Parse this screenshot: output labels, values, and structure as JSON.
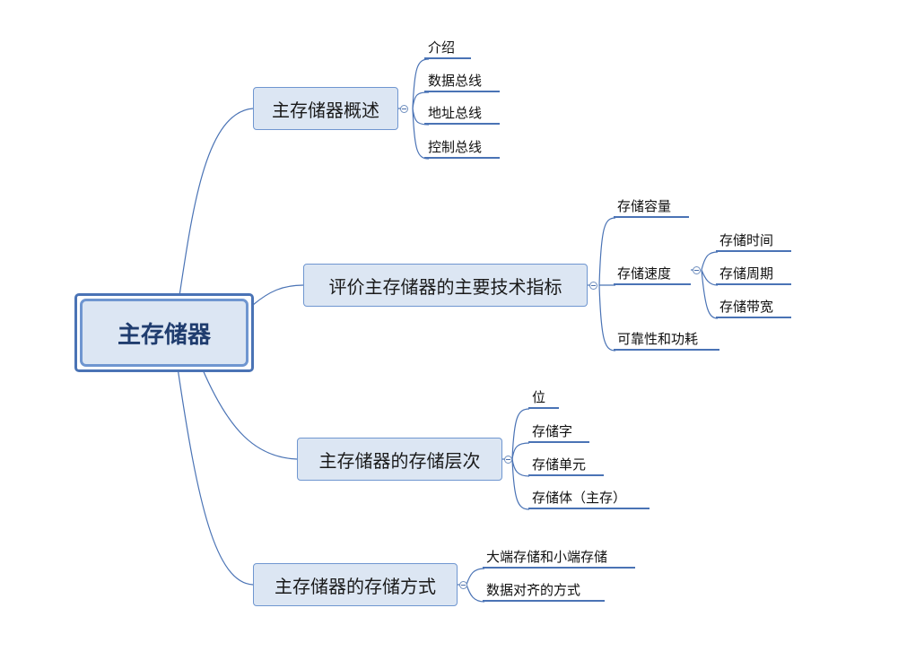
{
  "root": {
    "label": "主存储器"
  },
  "branches": [
    {
      "label": "主存储器概述",
      "children": [
        {
          "label": "介绍"
        },
        {
          "label": "数据总线"
        },
        {
          "label": "地址总线"
        },
        {
          "label": "控制总线"
        }
      ]
    },
    {
      "label": "评价主存储器的主要技术指标",
      "children": [
        {
          "label": "存储容量"
        },
        {
          "label": "存储速度",
          "children": [
            {
              "label": "存储时间"
            },
            {
              "label": "存储周期"
            },
            {
              "label": "存储带宽"
            }
          ]
        },
        {
          "label": "可靠性和功耗"
        }
      ]
    },
    {
      "label": "主存储器的存储层次",
      "children": [
        {
          "label": "位"
        },
        {
          "label": "存储字"
        },
        {
          "label": "存储单元"
        },
        {
          "label": "存储体（主存）"
        }
      ]
    },
    {
      "label": "主存储器的存储方式",
      "children": [
        {
          "label": "大端存储和小端存储"
        },
        {
          "label": "数据对齐的方式"
        }
      ]
    }
  ],
  "colors": {
    "line": "#4a73b5",
    "node_fill": "#dce6f3",
    "node_border": "#6f96d0"
  }
}
